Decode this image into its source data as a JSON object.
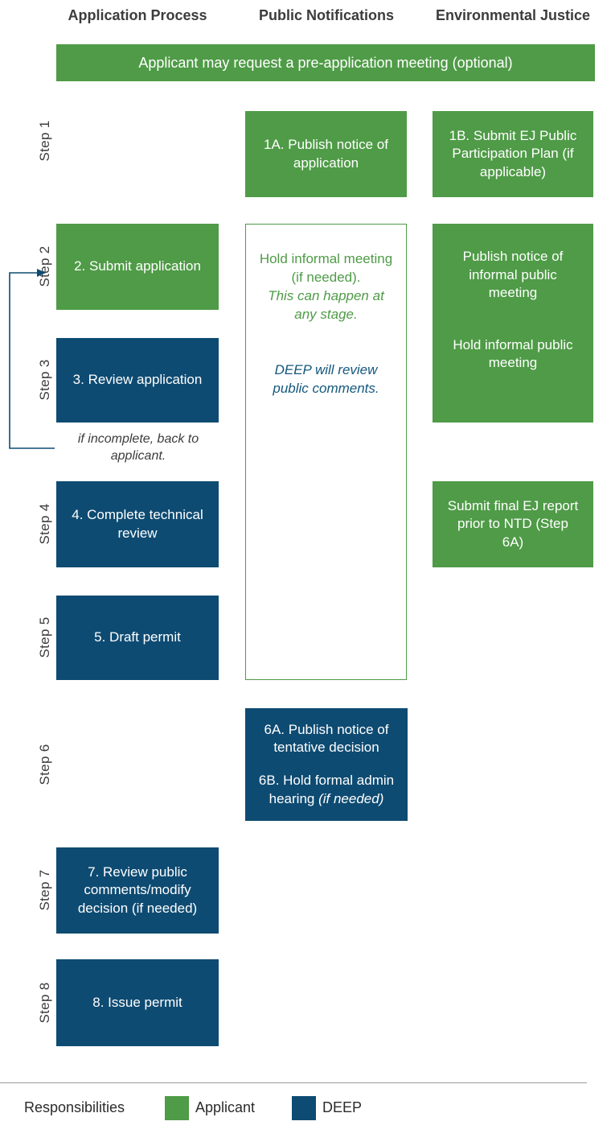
{
  "colors": {
    "green": "#4f9b47",
    "blue": "#0e4b72",
    "note_blue": "#14587d"
  },
  "columns": {
    "application_process": "Application Process",
    "public_notifications": "Public Notifications",
    "environmental_justice": "Environmental Justice"
  },
  "banner": {
    "text": "Applicant may request a pre-application meeting (optional)"
  },
  "step_labels": {
    "s1": "Step 1",
    "s2": "Step 2",
    "s3": "Step 3",
    "s4": "Step 4",
    "s5": "Step 5",
    "s6": "Step 6",
    "s7": "Step 7",
    "s8": "Step 8"
  },
  "boxes": {
    "b1a": "1A. Publish notice of application",
    "b1b": "1B. Submit EJ Public Participation Plan (if applicable)",
    "b2": "2. Submit application",
    "b3": "3. Review application",
    "b4": "4. Complete technical review",
    "b5": "5. Draft permit",
    "b6a": "6A. Publish notice of tentative decision",
    "b6b_text": "6B. Hold formal admin hearing ",
    "b6b_italic": "(if needed)",
    "b7": "7. Review public comments/modify decision (if needed)",
    "b8": "8. Issue permit",
    "ej_publish_notice": "Publish notice of informal public meeting",
    "ej_hold_meeting": "Hold informal public meeting",
    "ej_final_report": "Submit final EJ report prior to NTD (Step 6A)"
  },
  "notes": {
    "informal_line1": "Hold informal meeting (if needed).",
    "informal_line2": "This can happen at any stage.",
    "deep_review": "DEEP will review public comments.",
    "incomplete": "if incomplete, back to applicant."
  },
  "legend": {
    "title": "Responsibilities",
    "applicant": "Applicant",
    "deep": "DEEP"
  }
}
